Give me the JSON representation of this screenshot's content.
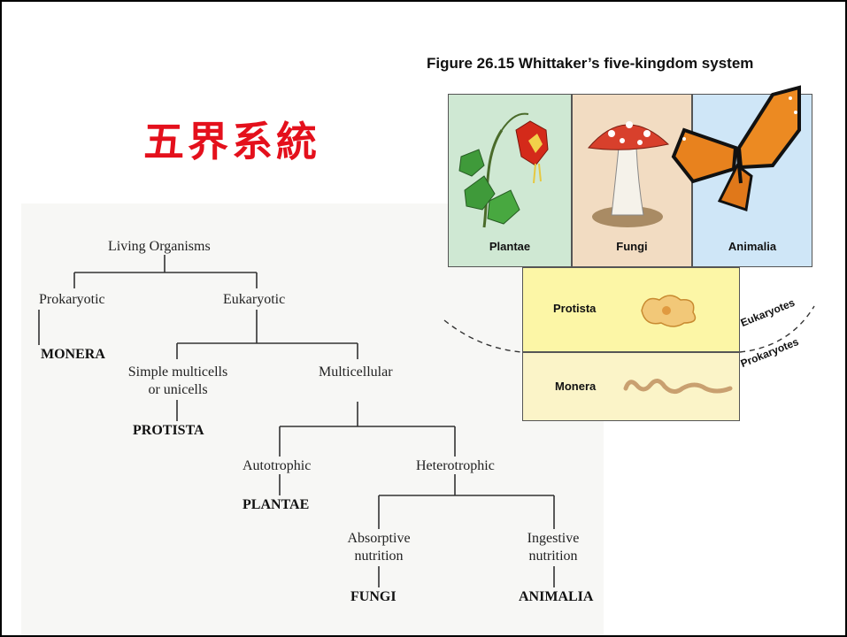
{
  "slide": {
    "title_cn": "五界系統"
  },
  "tree": {
    "root": "Living Organisms",
    "prokaryotic": "Prokaryotic",
    "eukaryotic": "Eukaryotic",
    "monera": "MONERA",
    "simple_line1": "Simple multicells",
    "simple_line2": "or unicells",
    "multicellular": "Multicellular",
    "protista": "PROTISTA",
    "autotrophic": "Autotrophic",
    "heterotrophic": "Heterotrophic",
    "plantae": "PLANTAE",
    "absorptive_line1": "Absorptive",
    "absorptive_line2": "nutrition",
    "ingestive_line1": "Ingestive",
    "ingestive_line2": "nutrition",
    "fungi": "FUNGI",
    "animalia": "ANIMALIA"
  },
  "figure": {
    "title": "Figure 26.15  Whittaker’s five-kingdom system",
    "plantae": "Plantae",
    "fungi": "Fungi",
    "animalia": "Animalia",
    "protista": "Protista",
    "monera": "Monera",
    "eukaryotes": "Eukaryotes",
    "prokaryotes": "Prokaryotes",
    "colors": {
      "plantae_bg": "#cfe8d3",
      "fungi_bg": "#f2dcc2",
      "animalia_bg": "#cfe6f7",
      "protista_bg": "#fcf6a6",
      "monera_bg": "#fbf4c8",
      "title_red": "#e4101c"
    },
    "icons": [
      "columbine-flower-icon",
      "mushroom-icon",
      "monarch-butterfly-icon",
      "amoeba-icon",
      "spirochete-bacterium-icon"
    ]
  }
}
